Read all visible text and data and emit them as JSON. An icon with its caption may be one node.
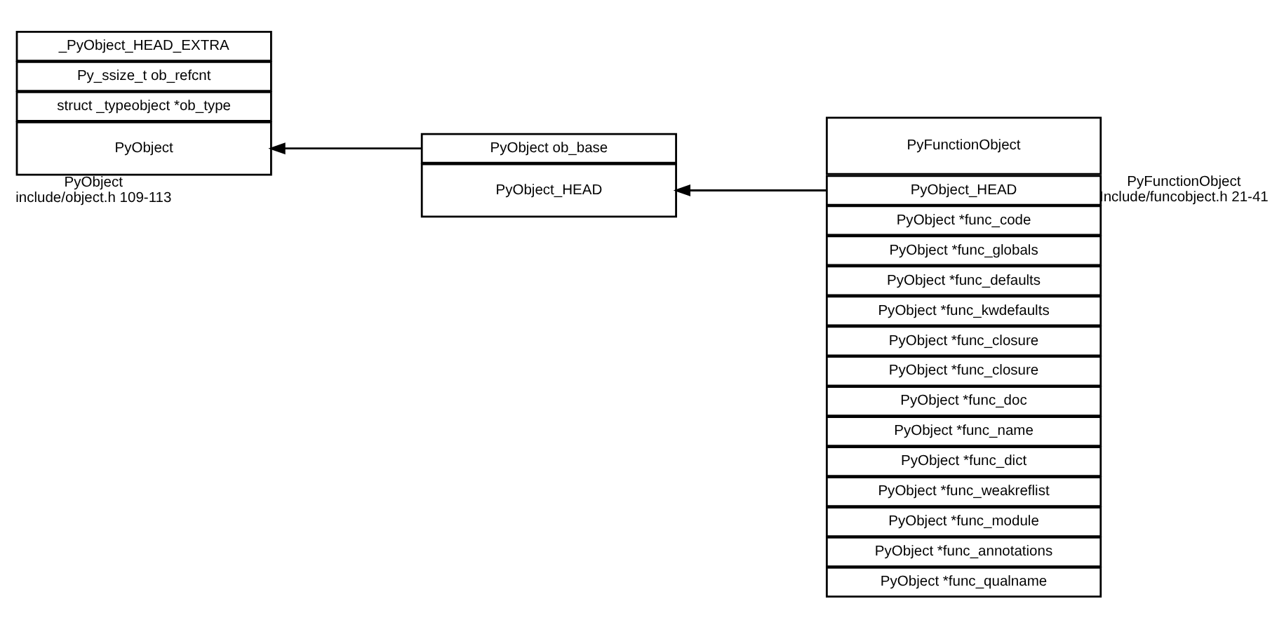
{
  "diagram": {
    "nodes": [
      {
        "text": [
          "PyObject"
        ],
        "beside": [
          "PyObject",
          "include/object.h 109-113"
        ]
      },
      {
        "text": [
          "_PyObject_HEAD_EXTRA"
        ]
      },
      {
        "text": [
          "Py_ssize_t ob_refcnt"
        ]
      },
      {
        "text": [
          "struct _typeobject *ob_type"
        ]
      },
      {
        "text": [
          "PyObject_HEAD"
        ]
      },
      {
        "text": [
          "PyObject ob_base"
        ]
      },
      {
        "text": [
          "PyFunctionObject"
        ],
        "beside": [
          "PyFunctionObject",
          "Include/funcobject.h 21-41"
        ]
      },
      {
        "text": [
          "PyObject_HEAD"
        ]
      },
      {
        "text": [
          "PyObject *func_code"
        ]
      },
      {
        "text": [
          "PyObject *func_globals"
        ]
      },
      {
        "text": [
          "PyObject *func_defaults"
        ]
      },
      {
        "text": [
          "PyObject *func_kwdefaults"
        ]
      },
      {
        "text": [
          "PyObject *func_closure"
        ]
      },
      {
        "text": [
          "PyObject *func_closure"
        ]
      },
      {
        "text": [
          "PyObject *func_doc"
        ]
      },
      {
        "text": [
          "PyObject *func_name"
        ]
      },
      {
        "text": [
          "PyObject *func_dict"
        ]
      },
      {
        "text": [
          "PyObject *func_weakreflist"
        ]
      },
      {
        "text": [
          "PyObject *func_module"
        ]
      },
      {
        "text": [
          "PyObject *func_annotations"
        ]
      },
      {
        "text": [
          "PyObject *func_qualname"
        ]
      }
    ],
    "edges": [
      {
        "from": 5,
        "to": 0,
        "arrow": "to"
      },
      {
        "from": 7,
        "to": 4,
        "arrow": "to"
      }
    ]
  }
}
